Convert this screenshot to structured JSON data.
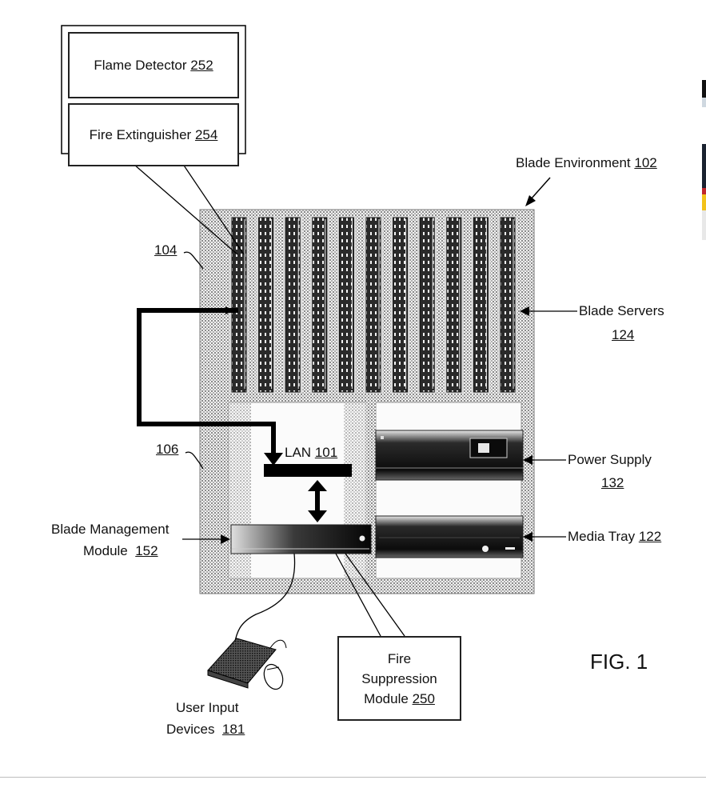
{
  "flame_detector": {
    "text": "Flame Detector",
    "ref": "252"
  },
  "fire_extinguisher": {
    "text": "Fire Extinguisher",
    "ref": "254"
  },
  "blade_environment": {
    "text": "Blade Environment",
    "ref": "102"
  },
  "ref_104": "104",
  "ref_106": "106",
  "blade_servers": {
    "text": "Blade Servers",
    "ref": "124"
  },
  "lan": {
    "text": "LAN",
    "ref": "101"
  },
  "power_supply": {
    "text": "Power Supply",
    "ref": "132"
  },
  "blade_management_module": {
    "line1": "Blade Management",
    "line2": "Module",
    "ref": "152"
  },
  "media_tray": {
    "text": "Media Tray",
    "ref": "122"
  },
  "fire_suppression_module": {
    "line1": "Fire",
    "line2": "Suppression",
    "line3": "Module",
    "ref": "250"
  },
  "user_input_devices": {
    "line1": "User Input",
    "line2": "Devices",
    "ref": "181"
  },
  "figure_label": "FIG. 1",
  "blade_count": 11
}
